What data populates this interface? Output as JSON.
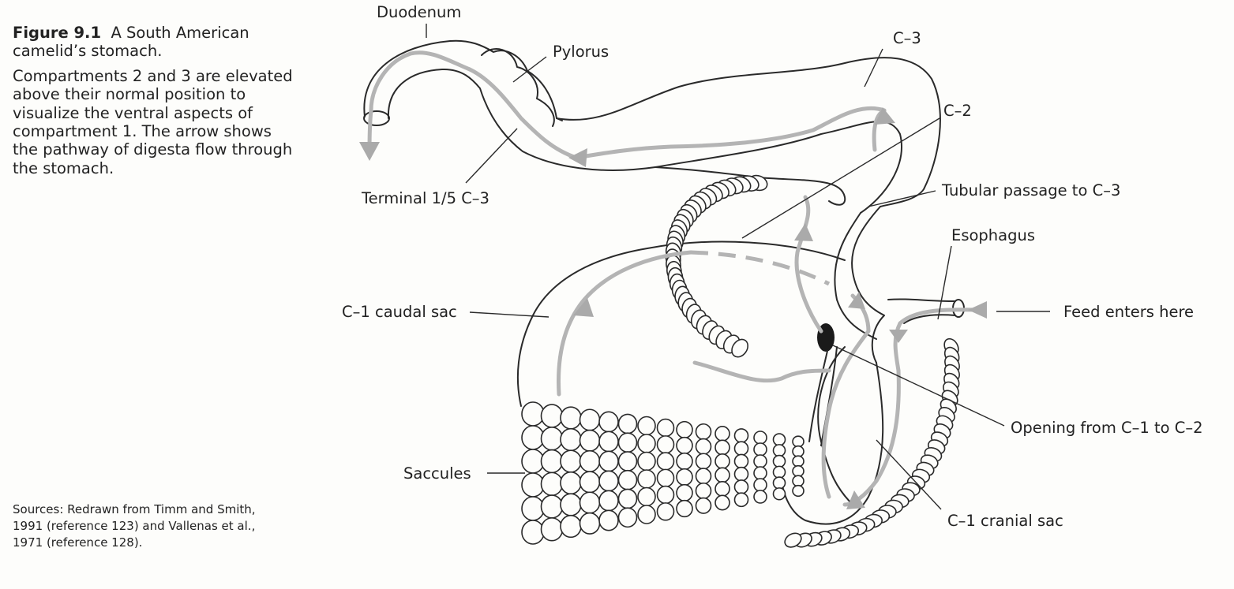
{
  "caption": {
    "figure_number": "Figure 9.1",
    "title": "A South American camelid’s stomach.",
    "body": "Compartments 2 and 3 are elevated above their normal position to visualize the ventral aspects of compartment 1. The arrow shows the pathway of digesta flow through the stomach."
  },
  "sources": "Sources: Redrawn from Timm and Smith, 1991 (reference 123) and Vallenas et al., 1971 (reference 128).",
  "labels": {
    "duodenum": "Duodenum",
    "pylorus": "Pylorus",
    "c3": "C–3",
    "c2": "C–2",
    "terminal_c3": "Terminal 1/5 C–3",
    "tubular_passage": "Tubular passage to C–3",
    "esophagus": "Esophagus",
    "feed_enters": "Feed enters here",
    "c1_caudal_sac": "C–1 caudal sac",
    "opening_c1_c2": "Opening from C–1 to C–2",
    "saccules": "Saccules",
    "c1_cranial_sac": "C–1 cranial sac"
  },
  "colors": {
    "ink": "#2a2a2a",
    "flow_arrow": "#b4b4b4",
    "paper": "#fdfdfb"
  }
}
